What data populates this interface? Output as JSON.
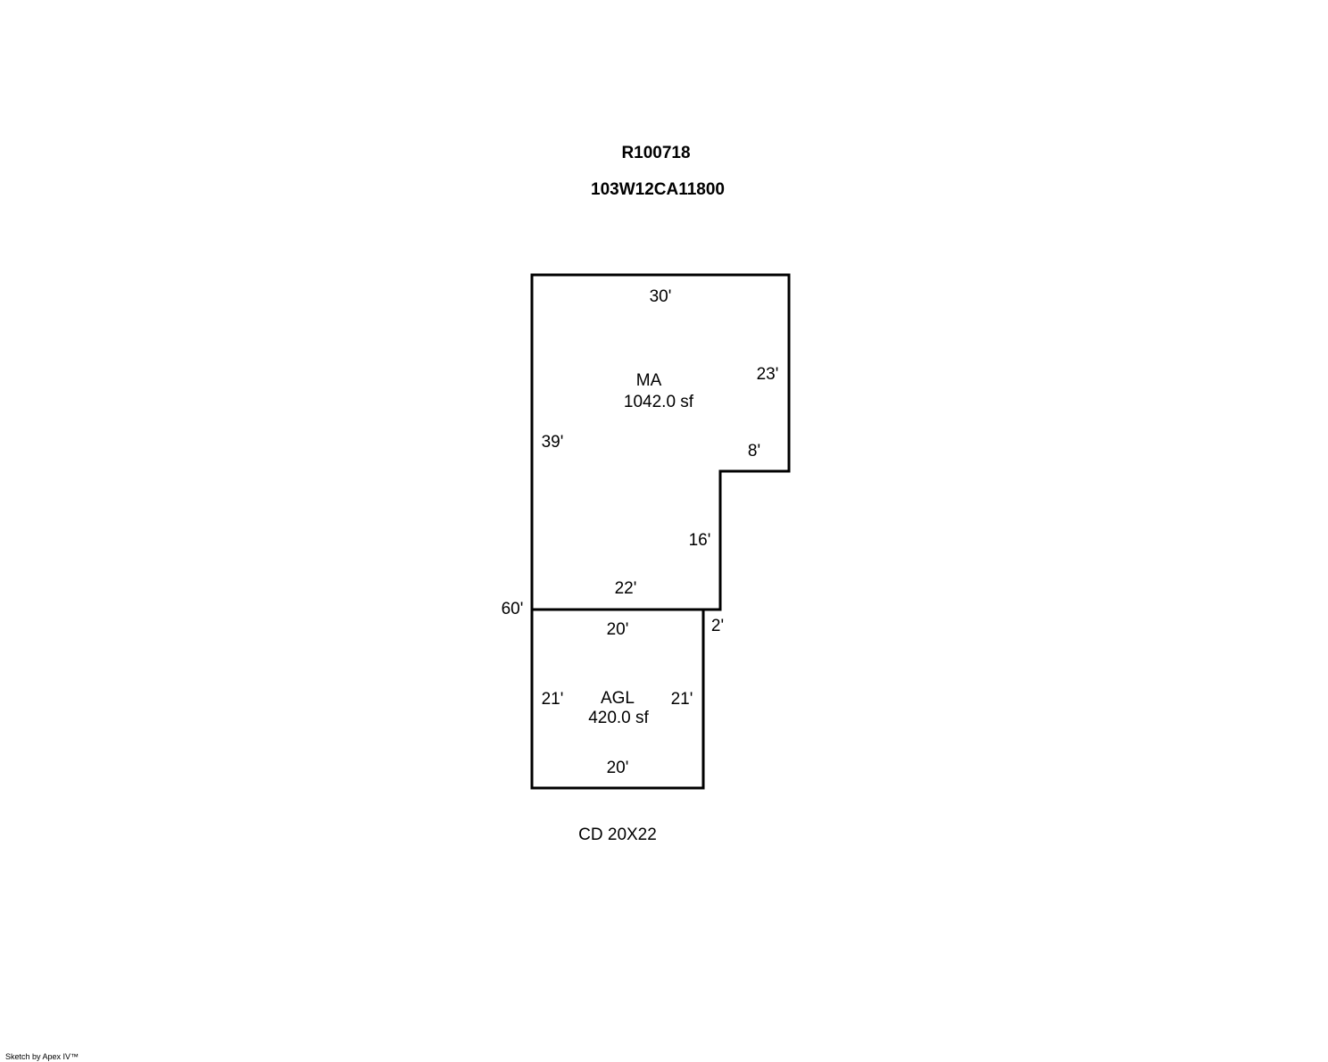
{
  "header": {
    "account_number": "R100718",
    "map_tax_lot": "103W12CA11800"
  },
  "areas": [
    {
      "code": "MA",
      "area": "1042.0 sf",
      "dimensions": {
        "top": "30'",
        "right_upper": "23'",
        "step_horizontal": "8'",
        "step_vertical": "16'",
        "bottom": "22'",
        "left": "39'"
      }
    },
    {
      "code": "AGL",
      "area": "420.0 sf",
      "dimensions": {
        "top": "20'",
        "bottom": "20'",
        "left": "21'",
        "right": "21'"
      }
    }
  ],
  "extra_dimensions": {
    "total_left": "60'",
    "offset": "2'"
  },
  "note": "CD 20X22",
  "footer": "Sketch by Apex IV™"
}
